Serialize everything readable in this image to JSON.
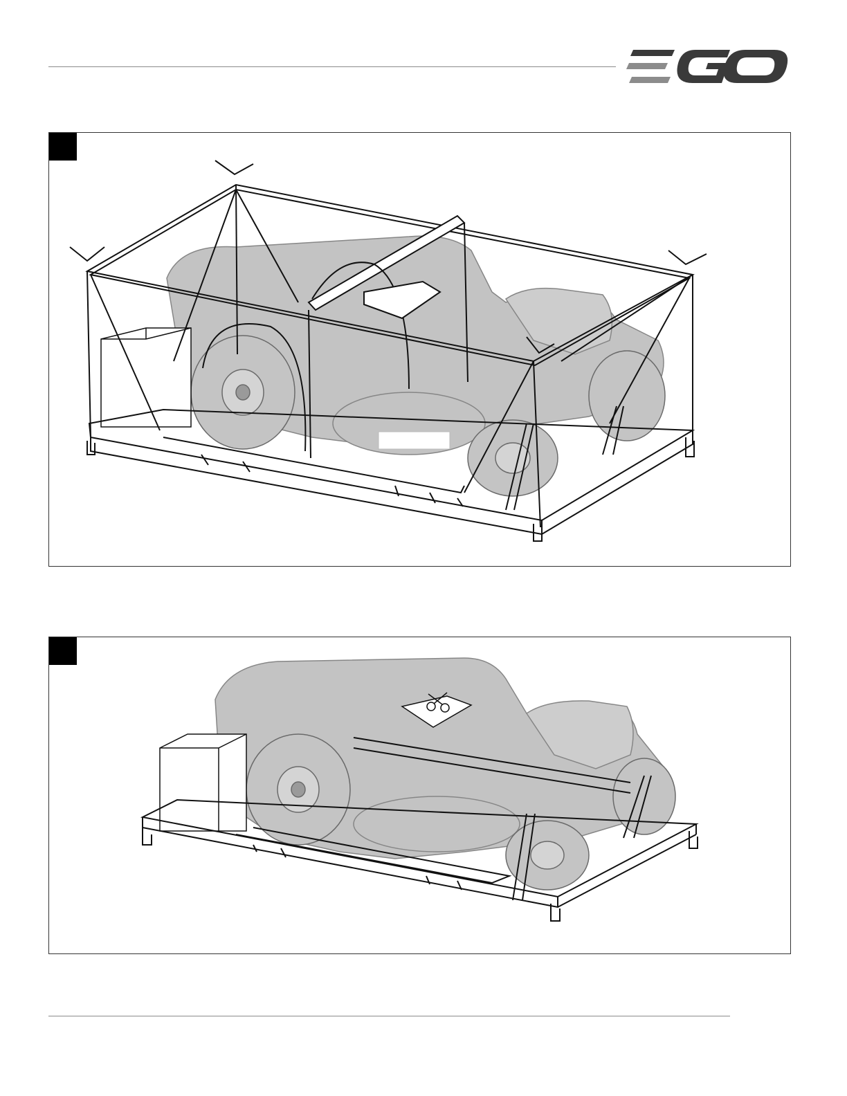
{
  "brand": {
    "logo_text": "EGO",
    "colors": {
      "logo_dark": "#3a3a3a",
      "logo_light": "#8c8c8c",
      "mower_fill": "#b9b9b9",
      "frame": "#111111"
    }
  },
  "figures": [
    {
      "step_marker": "black-square",
      "illustration": "mower-in-crate-with-frame"
    },
    {
      "step_marker": "black-square",
      "illustration": "mower-on-pallet-cut-straps-scissors-icon"
    }
  ]
}
